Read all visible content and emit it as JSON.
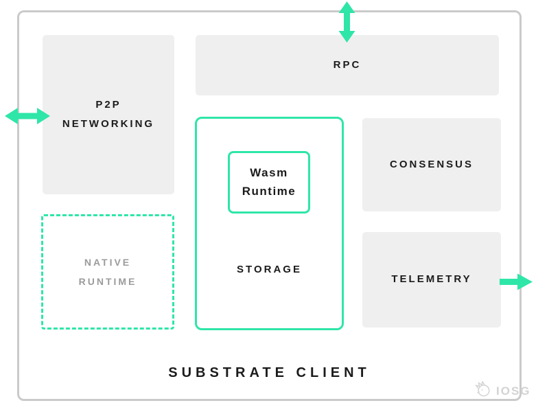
{
  "diagram": {
    "title": "SUBSTRATE CLIENT",
    "boxes": {
      "p2p": {
        "lines": [
          "P2P",
          "NETWORKING"
        ]
      },
      "rpc": {
        "label": "RPC"
      },
      "consensus": {
        "label": "CONSENSUS"
      },
      "telemetry": {
        "label": "TELEMETRY"
      },
      "storage": {
        "label": "STORAGE"
      },
      "wasm": {
        "lines": [
          "Wasm",
          "Runtime"
        ]
      },
      "native": {
        "lines": [
          "NATIVE",
          "RUNTIME"
        ]
      }
    },
    "arrows": {
      "top": "bidirectional-vertical-arrow",
      "left": "bidirectional-horizontal-arrow",
      "right": "right-arrow"
    },
    "colors": {
      "accent": "#2ee6a8",
      "box_fill": "#efefef",
      "frame_border": "#cacaca",
      "text_dark": "#1b1b1b",
      "text_muted": "#9b9b9b",
      "watermark": "#d3d3d3"
    },
    "watermark": {
      "label": "IOSG"
    }
  }
}
